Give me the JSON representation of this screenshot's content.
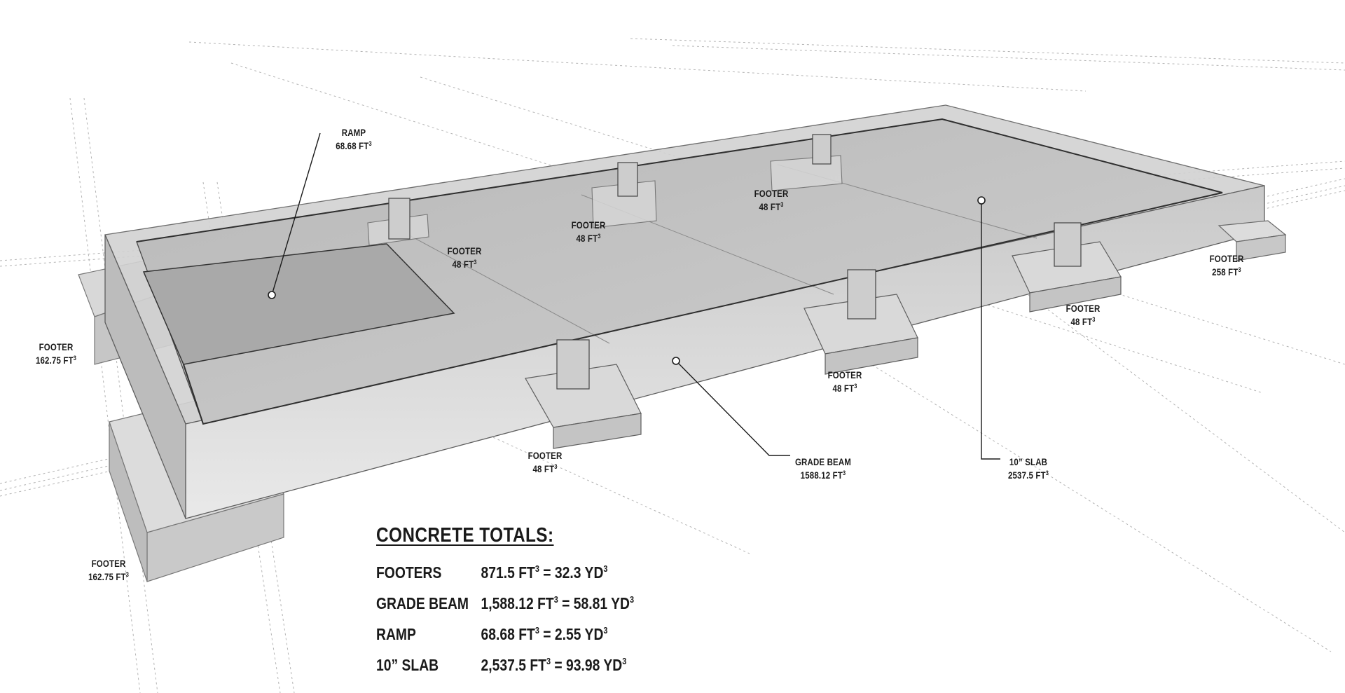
{
  "diagram": {
    "labels": [
      {
        "id": "ramp",
        "name": "RAMP",
        "volume": "68.68 FT",
        "unit_exp": "3"
      },
      {
        "id": "footer-front-left",
        "name": "FOOTER",
        "volume": "48 FT",
        "unit_exp": "3"
      },
      {
        "id": "footer-front-mid",
        "name": "FOOTER",
        "volume": "48 FT",
        "unit_exp": "3"
      },
      {
        "id": "footer-front-right",
        "name": "FOOTER",
        "volume": "48 FT",
        "unit_exp": "3"
      },
      {
        "id": "footer-right-end",
        "name": "FOOTER",
        "volume": "258 FT",
        "unit_exp": "3"
      },
      {
        "id": "footer-back-right",
        "name": "FOOTER",
        "volume": "48 FT",
        "unit_exp": "3"
      },
      {
        "id": "footer-back-mid",
        "name": "FOOTER",
        "volume": "48 FT",
        "unit_exp": "3"
      },
      {
        "id": "footer-back-left",
        "name": "FOOTER",
        "volume": "48 FT",
        "unit_exp": "3"
      },
      {
        "id": "footer-left-upper",
        "name": "FOOTER",
        "volume": "162.75 FT",
        "unit_exp": "3"
      },
      {
        "id": "footer-left-lower",
        "name": "FOOTER",
        "volume": "162.75 FT",
        "unit_exp": "3"
      },
      {
        "id": "grade-beam",
        "name": "GRADE BEAM",
        "volume": "1588.12 FT",
        "unit_exp": "3"
      },
      {
        "id": "slab",
        "name": "10” SLAB",
        "volume": "2537.5 FT",
        "unit_exp": "3"
      }
    ]
  },
  "totals": {
    "title": "CONCRETE TOTALS:",
    "rows": [
      {
        "label": "FOOTERS",
        "ft_value": "871.5 FT",
        "eq": " = 32.3 YD"
      },
      {
        "label": "GRADE BEAM",
        "ft_value": "1,588.12 FT",
        "eq": " = 58.81 YD"
      },
      {
        "label": "RAMP",
        "ft_value": "68.68 FT",
        "eq": " = 2.55 YD"
      },
      {
        "label": "10” SLAB",
        "ft_value": "2,537.5 FT",
        "eq": " = 93.98 YD"
      }
    ],
    "exp": "3"
  }
}
